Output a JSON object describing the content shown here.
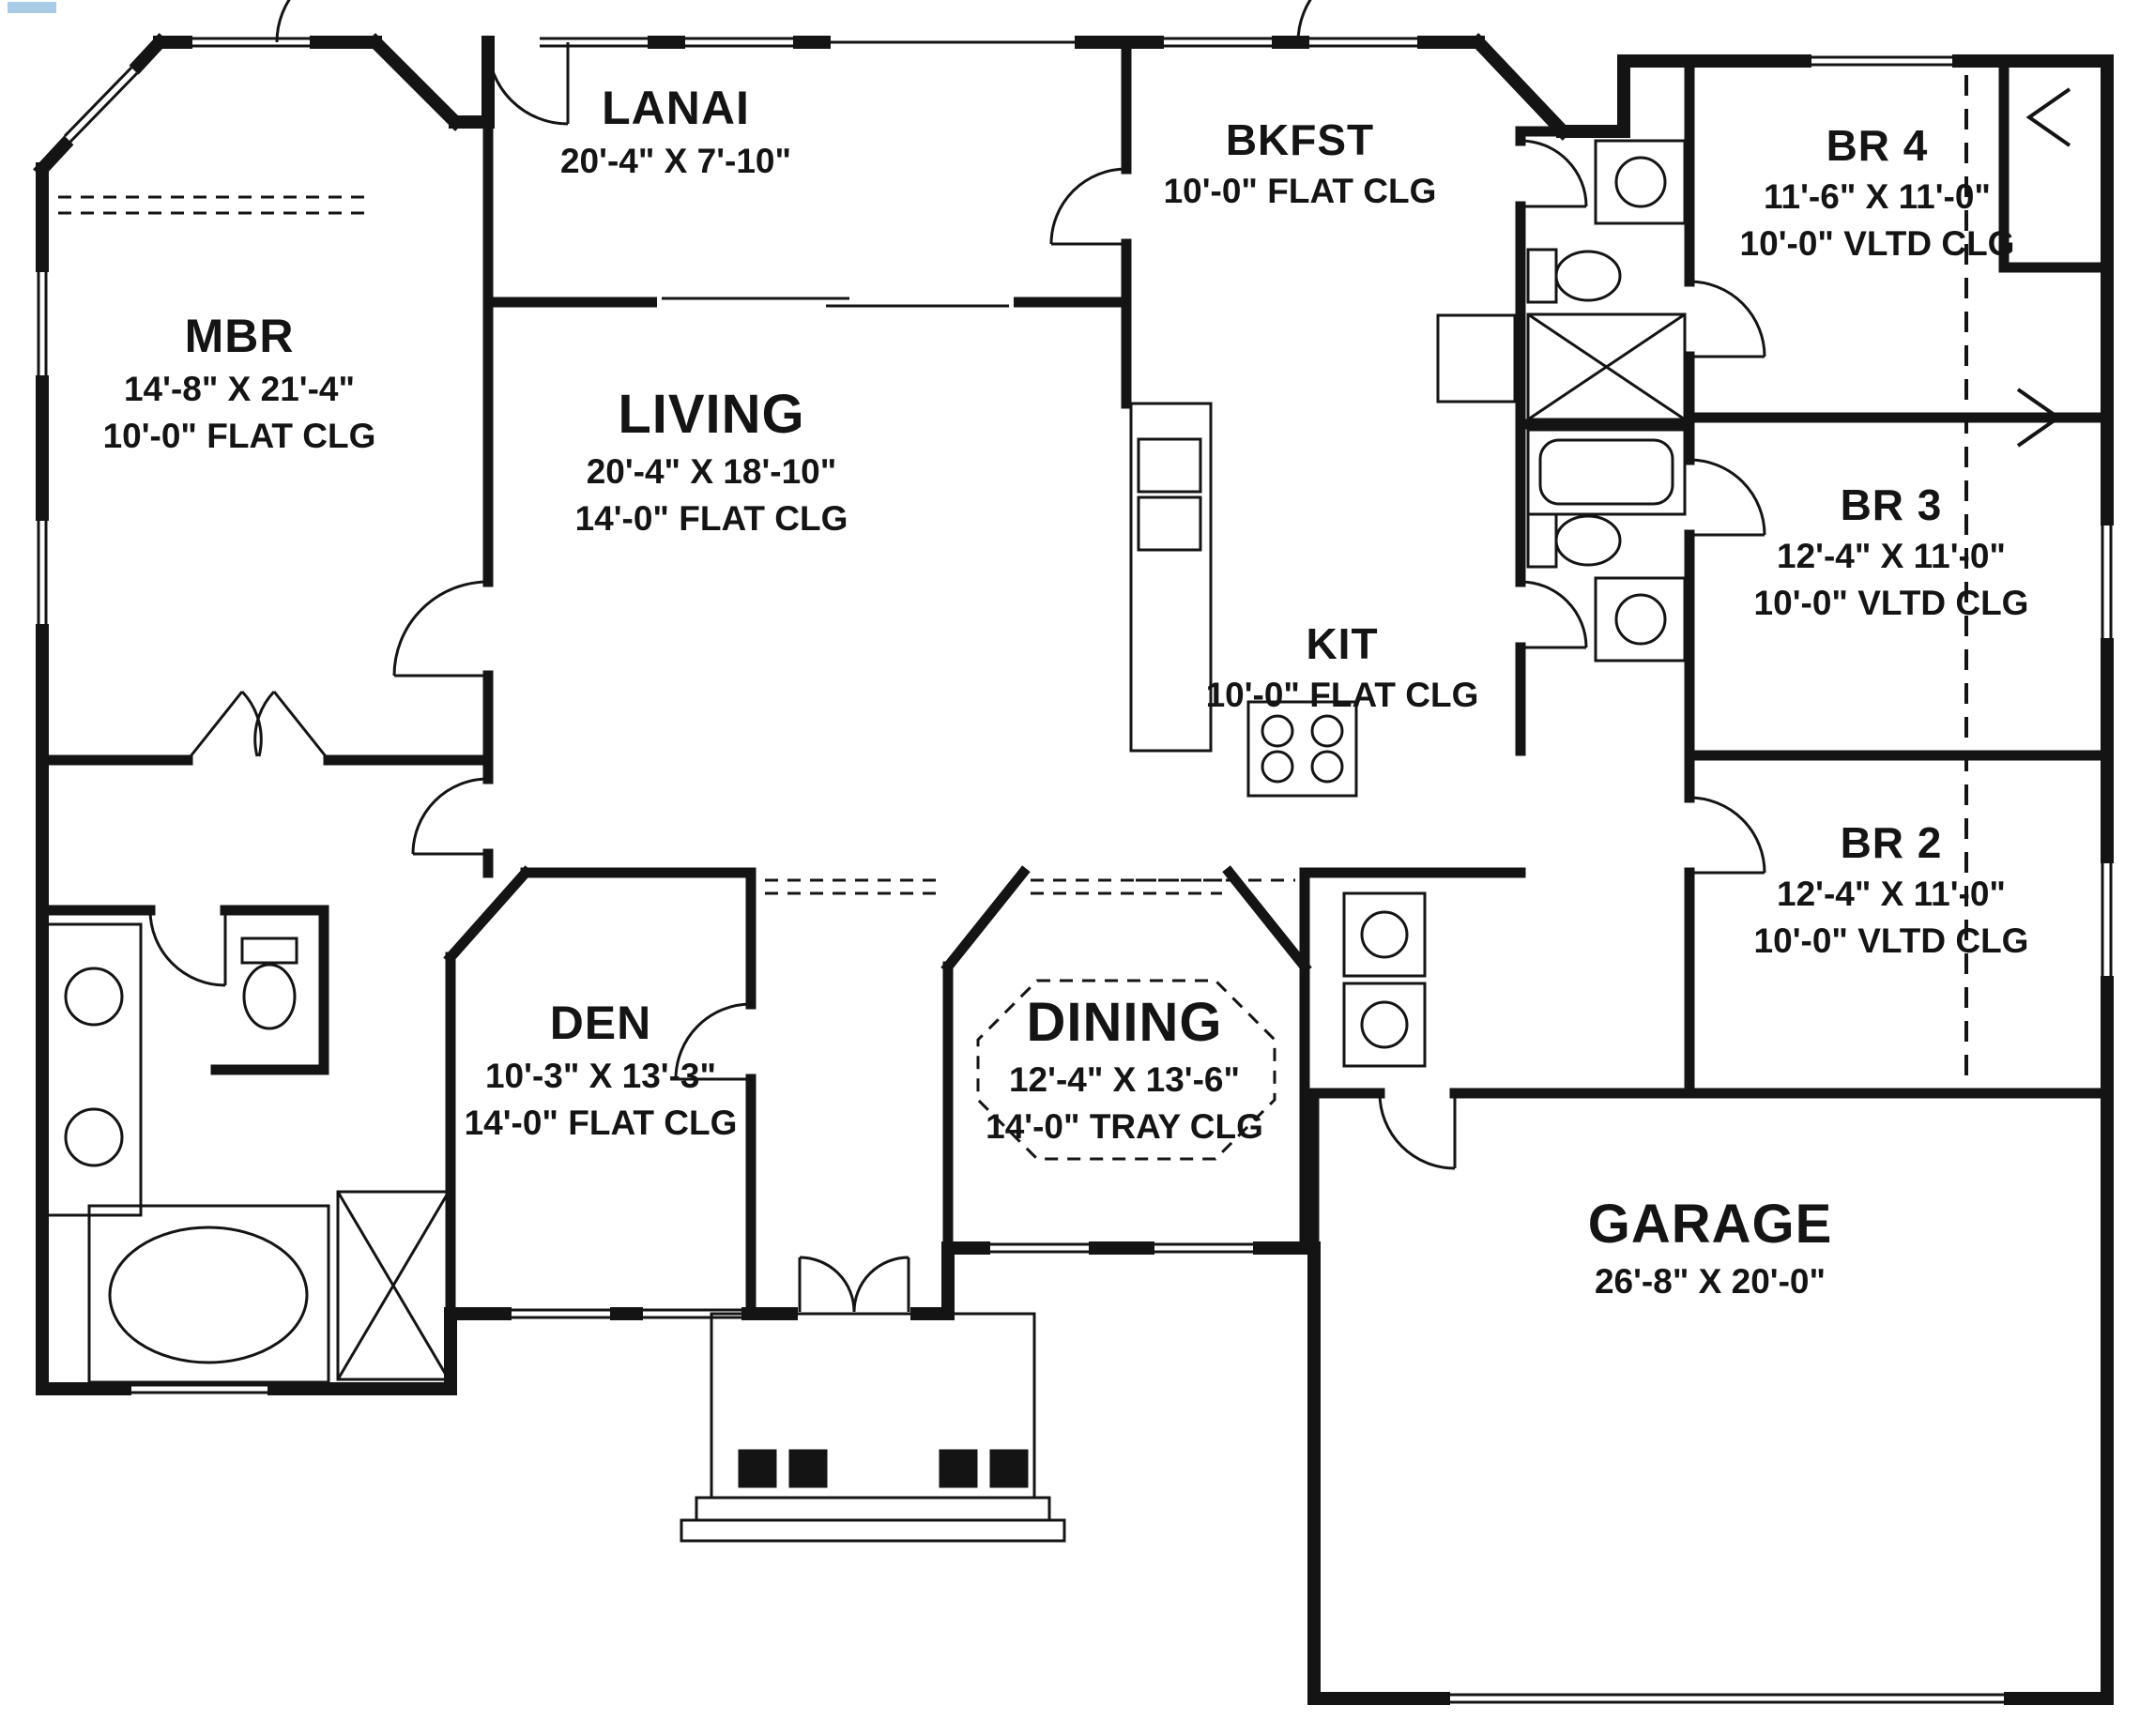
{
  "colors": {
    "wall": "#141414",
    "background": "#ffffff"
  },
  "rooms": {
    "lanai": {
      "name": "LANAI",
      "dims": "20'-4\" X 7'-10\""
    },
    "bkfst": {
      "name": "BKFST",
      "ceiling": "10'-0\" FLAT CLG"
    },
    "br4": {
      "name": "BR 4",
      "dims": "11'-6\" X 11'-0\"",
      "ceiling": "10'-0\" VLTD CLG"
    },
    "mbr": {
      "name": "MBR",
      "dims": "14'-8\" X 21'-4\"",
      "ceiling": "10'-0\" FLAT CLG"
    },
    "living": {
      "name": "LIVING",
      "dims": "20'-4\" X 18'-10\"",
      "ceiling": "14'-0\" FLAT CLG"
    },
    "kit": {
      "name": "KIT",
      "ceiling": "10'-0\" FLAT CLG"
    },
    "br3": {
      "name": "BR 3",
      "dims": "12'-4\" X 11'-0\"",
      "ceiling": "10'-0\" VLTD CLG"
    },
    "br2": {
      "name": "BR 2",
      "dims": "12'-4\" X 11'-0\"",
      "ceiling": "10'-0\" VLTD CLG"
    },
    "den": {
      "name": "DEN",
      "dims": "10'-3\" X 13'-3\"",
      "ceiling": "14'-0\" FLAT CLG"
    },
    "dining": {
      "name": "DINING",
      "dims": "12'-4\" X 13'-6\"",
      "ceiling": "14'-0\" TRAY CLG"
    },
    "garage": {
      "name": "GARAGE",
      "dims": "26'-8\" X 20'-0\""
    }
  }
}
